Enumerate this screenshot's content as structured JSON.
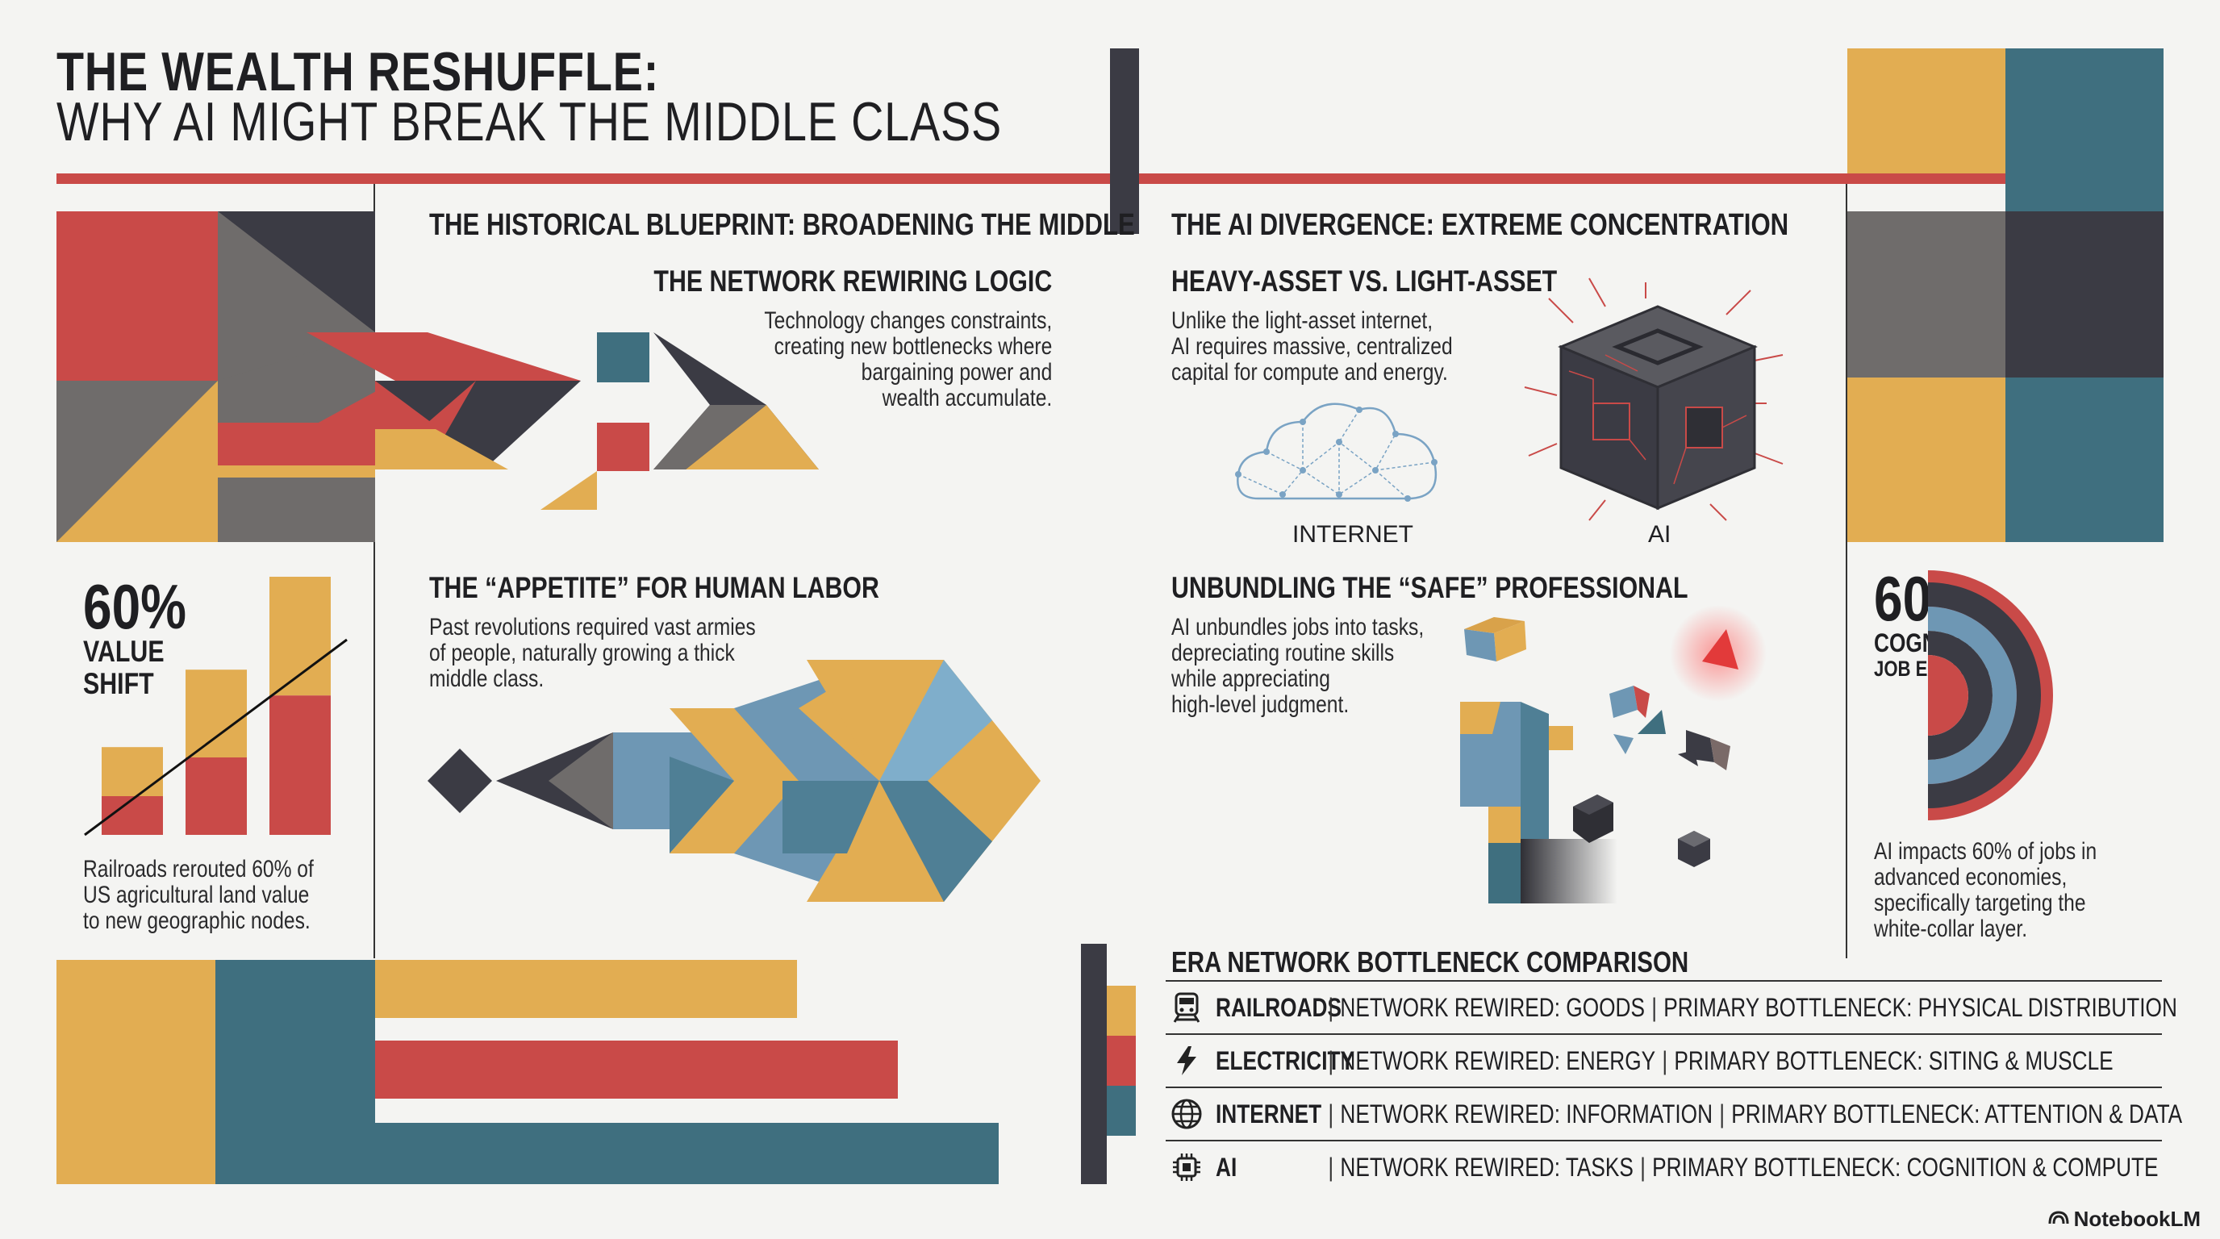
{
  "header": {
    "title_line1": "THE WEALTH RESHUFFLE:",
    "title_line2": "WHY AI MIGHT BREAK THE MIDDLE CLASS"
  },
  "colors": {
    "red": "#c94a48",
    "gold": "#e2ad52",
    "teal": "#3f6f7f",
    "charcoal": "#3b3b44",
    "gray": "#6f6c6b",
    "light_blue": "#6e97b4"
  },
  "left_section": {
    "heading": "THE HISTORICAL BLUEPRINT: BROADENING THE MIDDLE",
    "network_rewiring": {
      "title": "THE NETWORK REWIRING LOGIC",
      "body": [
        "Technology changes constraints,",
        "creating new bottlenecks where",
        "bargaining power and",
        "wealth accumulate."
      ]
    },
    "appetite": {
      "title": "THE “APPETITE” FOR HUMAN LABOR",
      "body": [
        "Past revolutions required vast armies",
        "of people, naturally growing a thick",
        "middle class."
      ]
    },
    "value_shift": {
      "number": "60%",
      "label_line1": "VALUE",
      "label_line2": "SHIFT",
      "caption": [
        "Railroads rerouted 60% of",
        "US agricultural land value",
        "to new geographic nodes."
      ],
      "bars": [
        {
          "gold": 0.19,
          "red": 0.15
        },
        {
          "gold": 0.34,
          "red": 0.3
        },
        {
          "gold": 0.46,
          "red": 0.54
        }
      ]
    }
  },
  "right_section": {
    "heading": "THE AI DIVERGENCE: EXTREME CONCENTRATION",
    "heavy_light": {
      "title": "HEAVY-ASSET VS. LIGHT-ASSET",
      "body": [
        "Unlike the light-asset internet,",
        "AI requires massive, centralized",
        "capital for compute and energy."
      ],
      "label_internet": "INTERNET",
      "label_ai": "AI"
    },
    "unbundling": {
      "title": "UNBUNDLING THE “SAFE” PROFESSIONAL",
      "body": [
        "AI unbundles jobs into tasks,",
        "depreciating routine skills",
        "while appreciating",
        "high-level judgment."
      ]
    },
    "cognitive": {
      "number": "60%",
      "label_line1": "COGNITIVE",
      "label_line2": "JOB EXPOSURE",
      "caption": [
        "AI impacts 60% of jobs in",
        "advanced economies,",
        "specifically targeting the",
        "white-collar layer."
      ]
    }
  },
  "comparison": {
    "title": "ERA NETWORK BOTTLENECK COMPARISON",
    "rows": [
      {
        "icon": "train-icon",
        "era": "RAILROADS",
        "network": "NETWORK REWIRED: GOODS",
        "bottleneck": "PRIMARY BOTTLENECK: PHYSICAL DISTRIBUTION"
      },
      {
        "icon": "lightning-icon",
        "era": "ELECTRICITY",
        "network": "NETWORK REWIRED: ENERGY",
        "bottleneck": "PRIMARY BOTTLENECK: SITING & MUSCLE"
      },
      {
        "icon": "globe-icon",
        "era": "INTERNET",
        "network": "NETWORK REWIRED: INFORMATION",
        "bottleneck": "PRIMARY BOTTLENECK: ATTENTION & DATA"
      },
      {
        "icon": "chip-icon",
        "era": "AI",
        "network": "NETWORK REWIRED: TASKS",
        "bottleneck": "PRIMARY BOTTLENECK: COGNITION & COMPUTE"
      }
    ]
  },
  "footer": {
    "brand": "NotebookLM"
  }
}
